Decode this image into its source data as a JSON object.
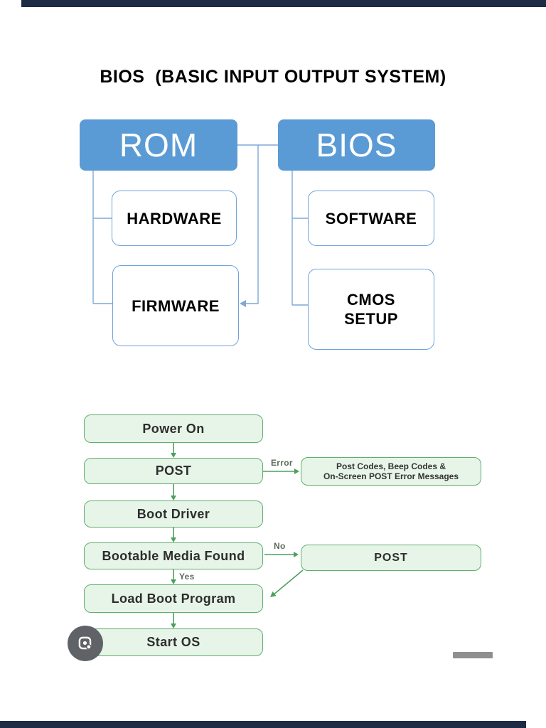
{
  "title": "BIOS  (BASIC INPUT OUTPUT SYSTEM)",
  "hierarchy": {
    "rom": {
      "label": "ROM",
      "children": {
        "hardware": "HARDWARE",
        "firmware": "FIRMWARE"
      }
    },
    "bios": {
      "label": "BIOS",
      "children": {
        "software": "SOFTWARE",
        "cmos": "CMOS\nSETUP"
      }
    }
  },
  "flowchart": {
    "steps": {
      "power_on": "Power On",
      "post": "POST",
      "boot_driver": "Boot Driver",
      "bootable_media": "Bootable Media Found",
      "load_boot": "Load Boot Program",
      "start_os": "Start OS"
    },
    "branch_labels": {
      "error": "Error",
      "no": "No",
      "yes": "Yes"
    },
    "error_box": {
      "line1": "Post Codes, Beep Codes &",
      "line2": "On-Screen POST Error Messages"
    },
    "post_repeat": "POST"
  },
  "icons": {
    "lens": "google-lens-icon"
  },
  "colors": {
    "parent_box_blue": "#5b9bd5",
    "child_border_blue": "#6fa3dc",
    "connector_blue": "#7fa8d9",
    "flow_border_green": "#5fae6e",
    "flow_fill_green": "#e7f4e8",
    "flow_arrow_green": "#4ca05e",
    "edge_bar_navy": "#1d2b45",
    "lens_circle_gray": "#5f6368",
    "bottom_bar_gray": "#8f8f8f"
  }
}
